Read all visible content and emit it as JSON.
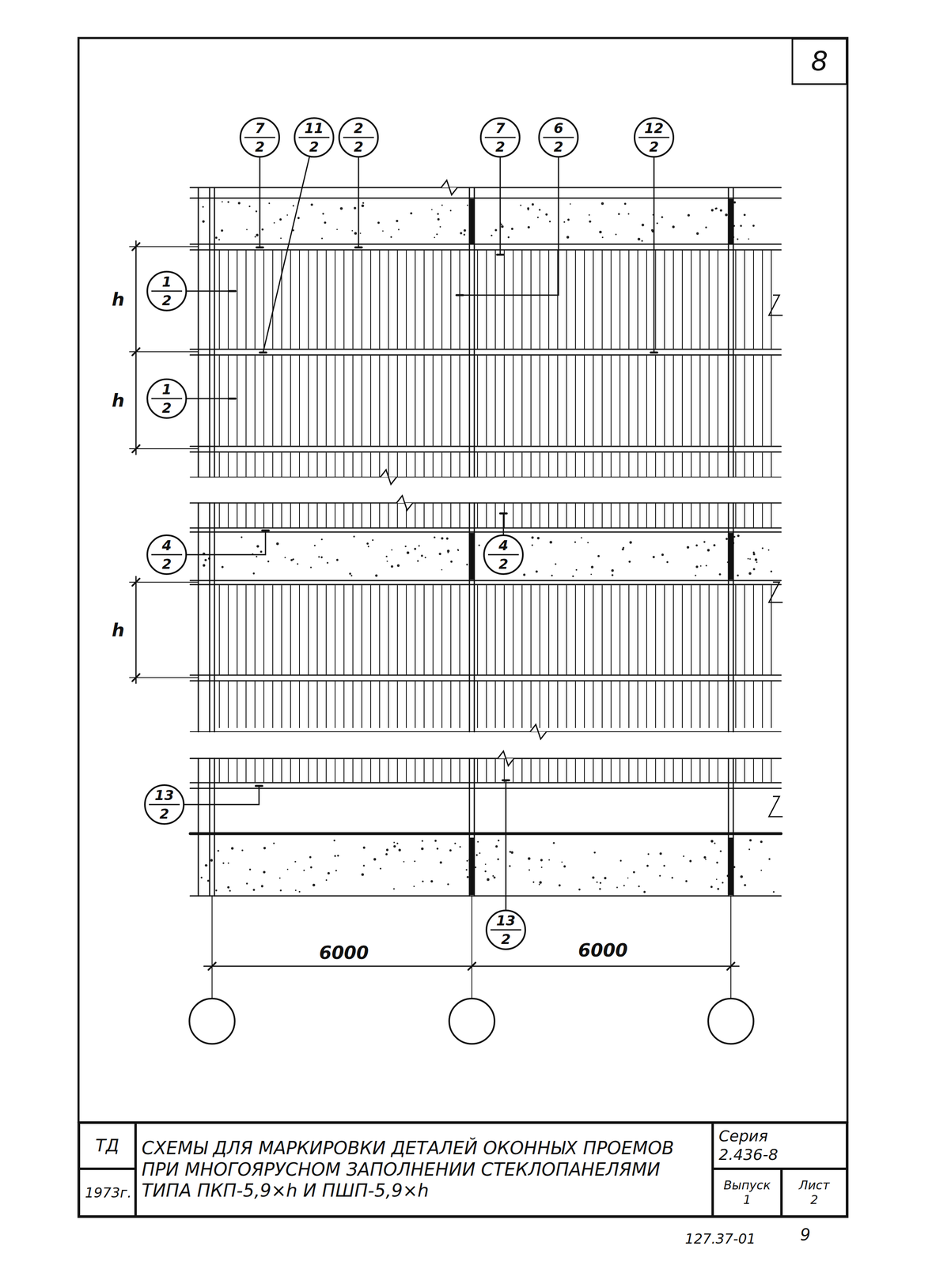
{
  "diagram": {
    "nodes": [
      {
        "text": [
          "8"
        ]
      },
      {
        "text": [
          "7",
          "2"
        ]
      },
      {
        "text": [
          "11",
          "2"
        ]
      },
      {
        "text": [
          "2",
          "2"
        ]
      },
      {
        "text": [
          "7",
          "2"
        ]
      },
      {
        "text": [
          "6",
          "2"
        ]
      },
      {
        "text": [
          "12",
          "2"
        ]
      },
      {
        "text": [
          "1",
          "2"
        ]
      },
      {
        "text": [
          "1",
          "2"
        ]
      },
      {
        "text": [
          "4",
          "2"
        ]
      },
      {
        "text": [
          "4",
          "2"
        ]
      },
      {
        "text": [
          "13",
          "2"
        ]
      },
      {
        "text": [
          "13",
          "2"
        ]
      },
      {
        "text": [
          "ТД"
        ]
      },
      {
        "text": [
          "СХЕМЫ ДЛЯ МАРКИРОВКИ ДЕТАЛЕЙ ОКОННЫХ ПРОЕМОВ ПРИ МНОГОЯРУСНОМ ЗАПОЛНЕНИИ СТЕКЛОПАНЕЛЯМИ ТИПА ПКП-5,9×h И ПШП-5,9×h"
        ]
      },
      {
        "text": [
          "Серия",
          "2.436-8"
        ]
      },
      {
        "text": [
          "1973г."
        ]
      },
      {
        "text": [
          "Выпуск",
          "1"
        ]
      },
      {
        "text": [
          "Лист",
          "2"
        ]
      }
    ],
    "labels": [
      "h",
      "h",
      "h",
      "6000",
      "6000",
      "127.37-01",
      "9"
    ]
  }
}
